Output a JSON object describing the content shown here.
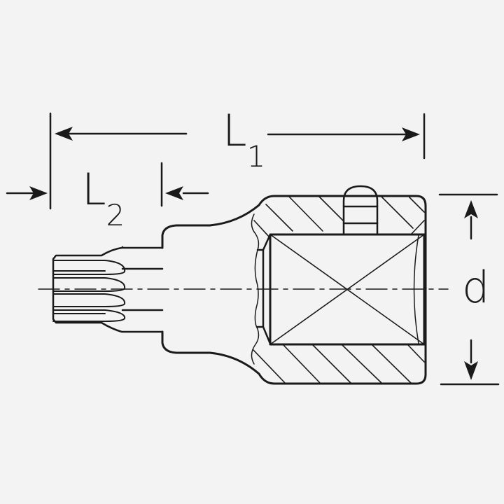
{
  "drawing": {
    "subject": "socket bit with spline (XZN) tip, square drive, cross-section",
    "background": "#f3f3f3",
    "line_color": "#1a1a1a"
  },
  "dimensions": {
    "L1": {
      "main": "L",
      "sub": "1"
    },
    "L2": {
      "main": "L",
      "sub": "2"
    },
    "d": {
      "main": "d"
    }
  }
}
